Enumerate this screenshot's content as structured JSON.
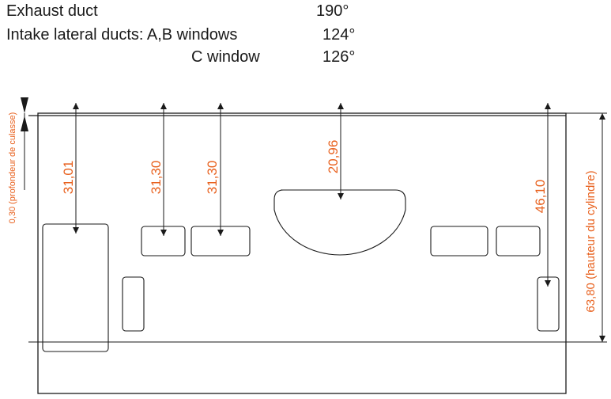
{
  "specs": {
    "row1": {
      "label": "Exhaust duct",
      "value": "190°"
    },
    "row2": {
      "label": "Intake lateral ducts: A,B windows",
      "value": "124°"
    },
    "row3": {
      "label": "C window",
      "value": "126°"
    }
  },
  "dimensions": {
    "d1": "31,01",
    "d2": "31,30",
    "d3": "31,30",
    "d4": "20,96",
    "d5": "46,10",
    "head_depth": "0,30  (profondeur de culasse)",
    "cylinder_height": "63,80 (hauteur du cylindre)"
  },
  "colors": {
    "dimension_text": "#e8611e",
    "line": "#1a1a1a"
  }
}
